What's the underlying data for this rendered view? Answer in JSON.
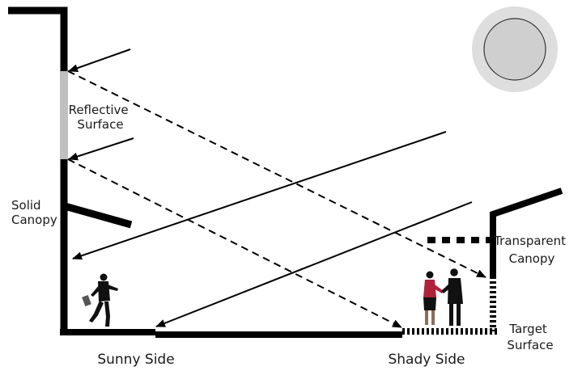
{
  "labels": {
    "reflective_surface": [
      "Reflective",
      "Surface"
    ],
    "solid_canopy": [
      "Solid",
      "Canopy"
    ],
    "transparent_canopy": [
      "Transparent",
      "Canopy"
    ],
    "target_surface": [
      "Target",
      "Surface"
    ],
    "sunny_side": "Sunny Side",
    "shady_side": "Shady Side"
  },
  "colors": {
    "ink": "#000000",
    "reflective": "#c0c0c0",
    "sun_halo": "#dedede",
    "sun_disc": "#cfcfcf",
    "suit_red": "#b0213a"
  },
  "icons": {
    "sun": "sun-icon",
    "runner": "running-businessman-icon",
    "handshake": "handshake-icon"
  }
}
